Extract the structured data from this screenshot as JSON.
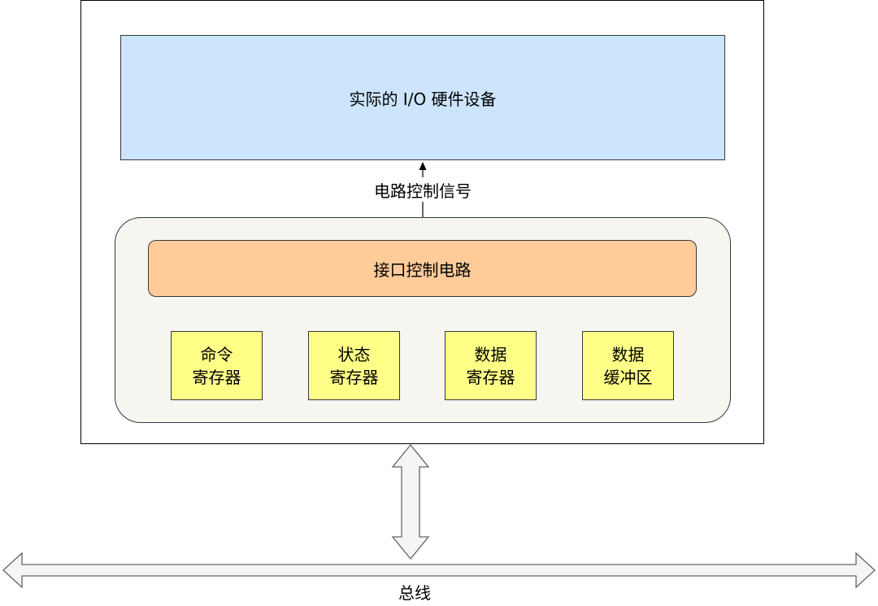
{
  "hardware": {
    "label": "实际的 I/O 硬件设备"
  },
  "signal": {
    "label": "电路控制信号"
  },
  "interface_circuit": {
    "label": "接口控制电路"
  },
  "registers": [
    {
      "line1": "命令",
      "line2": "寄存器"
    },
    {
      "line1": "状态",
      "line2": "寄存器"
    },
    {
      "line1": "数据",
      "line2": "寄存器"
    },
    {
      "line1": "数据",
      "line2": "缓冲区"
    }
  ],
  "bus": {
    "label": "总线"
  },
  "colors": {
    "hardware_fill": "#cce5fc",
    "interface_fill": "#f7f5ef",
    "circuit_fill": "#ffcc99",
    "register_fill": "#ffff88",
    "arrow_fill": "#f5f5f5",
    "stroke": "#36393d"
  }
}
